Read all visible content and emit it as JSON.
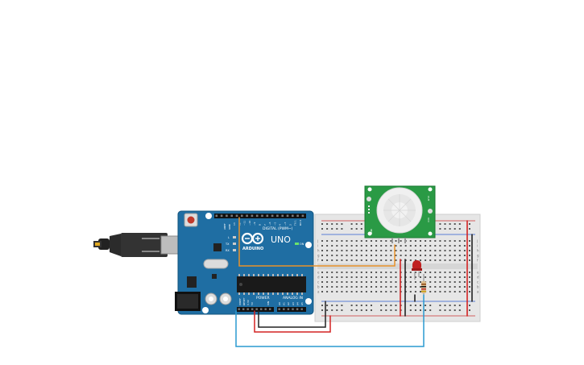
{
  "arduino": {
    "model": "UNO",
    "brand": "ARDUINO",
    "digital_label": "DIGITAL (PWM~)",
    "power_label": "POWER",
    "analog_label": "ANALOG IN",
    "on_label": "ON",
    "tx_label": "TX",
    "rx_label": "RX",
    "l_label": "L",
    "aref_label": "AREF",
    "gnd_label": "GND",
    "ioref_label": "IOREF",
    "reset_label": "RESET",
    "v33_label": "3.3V",
    "v5_label": "5V",
    "vin_label": "VIN",
    "digital_pins": [
      "13",
      "12",
      "~11",
      "~10",
      "~9",
      "8",
      "7",
      "~6",
      "~5",
      "4",
      "~3",
      "2",
      "TX 1",
      "RX 0"
    ],
    "analog_pins": [
      "A0",
      "A1",
      "A2",
      "A3",
      "A4",
      "A5"
    ]
  },
  "breadboard": {
    "row_letters_top": [
      "j",
      "i",
      "h",
      "g",
      "f"
    ],
    "row_letters_bottom": [
      "e",
      "d",
      "c",
      "b",
      "a"
    ]
  },
  "pir_sensor": {
    "pins": [
      "GND",
      "OUT",
      "VCC"
    ]
  },
  "colors": {
    "board_blue": "#1f6ea3",
    "breadboard": "#e6e6e6",
    "pir_green": "#2a9a45",
    "wire_orange": "#e8922a",
    "wire_red": "#d32222",
    "wire_black": "#222222",
    "wire_blue": "#2a9ad0",
    "led_red": "#c02020"
  }
}
